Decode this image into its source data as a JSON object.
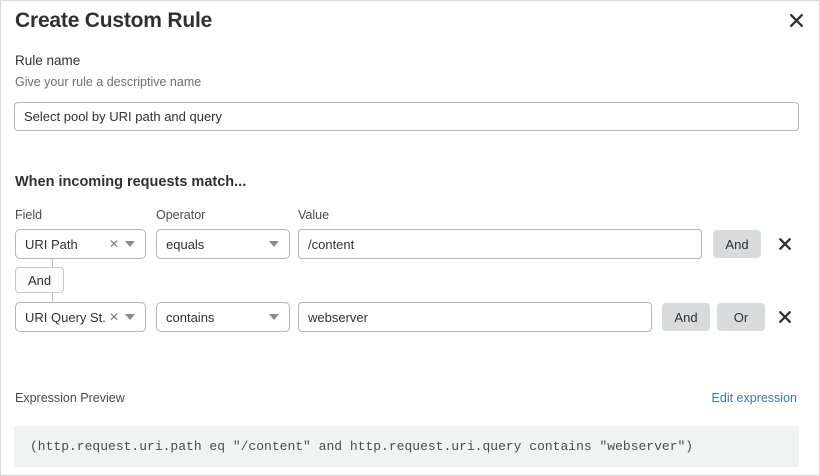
{
  "modal": {
    "title": "Create Custom Rule",
    "close_icon": "close-icon"
  },
  "rule_name": {
    "label": "Rule name",
    "hint": "Give your rule a descriptive name",
    "value": "Select pool by URI path and query",
    "placeholder": "Select pool by URI path and query"
  },
  "conditions": {
    "heading": "When incoming requests match...",
    "columns": {
      "field": "Field",
      "operator": "Operator",
      "value": "Value"
    },
    "connector": {
      "label": "And"
    },
    "rows": [
      {
        "field": "URI Path",
        "field_clear_icon": "clear-icon",
        "field_caret_icon": "chevron-down-icon",
        "operator": "equals",
        "operator_caret_icon": "chevron-down-icon",
        "value": "/content",
        "value_placeholder": "/content",
        "and_label": "And",
        "remove_icon": "close-icon"
      },
      {
        "field": "URI Query St...",
        "field_clear_icon": "clear-icon",
        "field_caret_icon": "chevron-down-icon",
        "operator": "contains",
        "operator_caret_icon": "chevron-down-icon",
        "value": "webserver",
        "value_placeholder": "webserver",
        "and_label": "And",
        "or_label": "Or",
        "remove_icon": "close-icon"
      }
    ]
  },
  "preview": {
    "label": "Expression Preview",
    "edit_link": "Edit expression",
    "expression": "(http.request.uri.path eq \"/content\" and http.request.uri.query contains \"webserver\")"
  },
  "colors": {
    "link": "#3a7ca5",
    "button_gray": "#d8dadb",
    "preview_bg": "#f1f2f2",
    "border": "#b6b6b6",
    "text": "#313131",
    "muted_text": "#6f6f6f"
  }
}
